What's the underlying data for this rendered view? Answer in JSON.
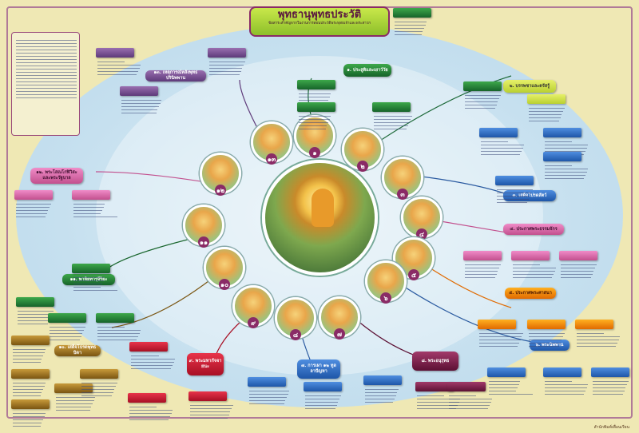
{
  "title": {
    "main": "พุทธานุพุทธประวัติ",
    "subtitle": "ข้อสาระสำคัญจากในงานการสอนประวัติพระพุทธเจ้าและพระสาวก"
  },
  "center": {
    "icon": "buddha-teaching-icon"
  },
  "circles": [
    "๑",
    "๒",
    "๓",
    "๔",
    "๕",
    "๖",
    "๗",
    "๘",
    "๙",
    "๑๐",
    "๑๑",
    "๑๒",
    "๑๓"
  ],
  "nodes": {
    "n1": "๑. ประสูติและเยาว์วัย",
    "n2": "๒. บรรพชาและตรัสรู้",
    "n3": "๓. เสด็จโปรดสัตว์",
    "n4": "๔. ประกาศพระธรรมจักร",
    "n5": "๕. ประกาศพระศาสนา",
    "n6": "๖. พระนิพพาน",
    "n7": "๗. การเผา ๑๒ ทูลลาปัญหา",
    "n8": "๘. พระอนุรุทธ",
    "n9": "๙. พระมหากัจจายนะ",
    "n10": "๑๐. เสด็จโปรดพุทธบิดา",
    "n11": "๑๑. พาหิยทารุจีริยะ",
    "n12": "๑๒. พระโสณโกฬิวิสะ และพระรัฐบาล",
    "n13": "๑๓. เหตุการณ์หลังพุทธปรินิพพาน"
  },
  "colors": {
    "background": "#efe8b4",
    "ellipse": "#c6e0ef",
    "border": "#8a2b66"
  },
  "footer": "สำนักพิมพ์เพื่อนเรียน"
}
